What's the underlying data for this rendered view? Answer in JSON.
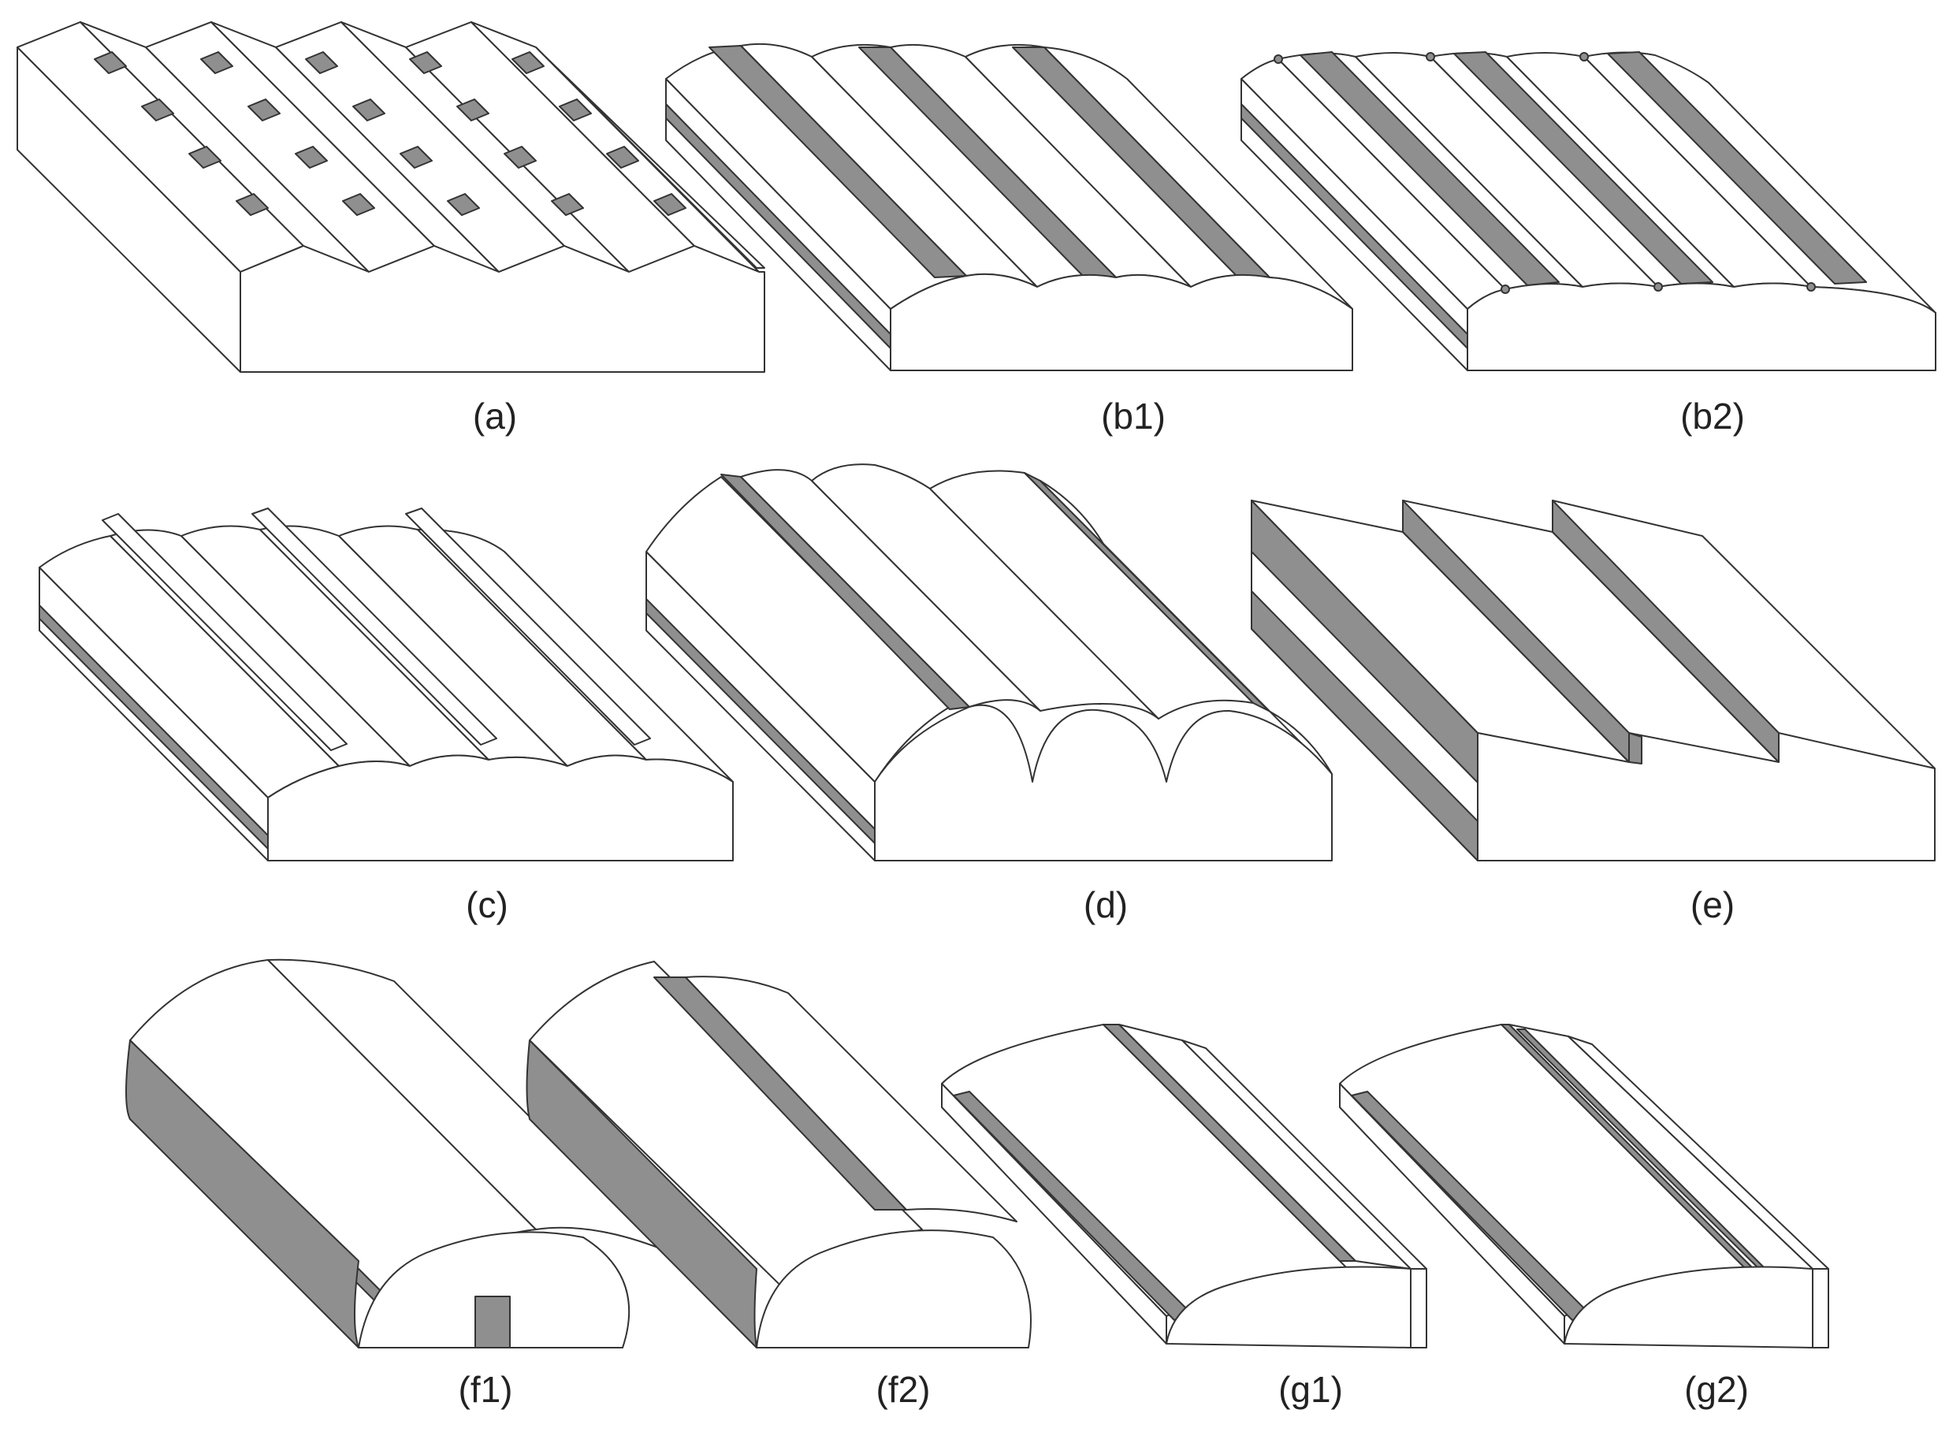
{
  "palette": {
    "stroke": "#333333",
    "fill": "#ffffff",
    "shade": "#8f8f8f",
    "text": "#222222"
  },
  "panels": [
    {
      "id": "a",
      "label": "(a)"
    },
    {
      "id": "b1",
      "label": "(b1)"
    },
    {
      "id": "b2",
      "label": "(b2)"
    },
    {
      "id": "c",
      "label": "(c)"
    },
    {
      "id": "d",
      "label": "(d)"
    },
    {
      "id": "e",
      "label": "(e)"
    },
    {
      "id": "f1",
      "label": "(f1)"
    },
    {
      "id": "f2",
      "label": "(f2)"
    },
    {
      "id": "g1",
      "label": "(g1)"
    },
    {
      "id": "g2",
      "label": "(g2)"
    }
  ]
}
